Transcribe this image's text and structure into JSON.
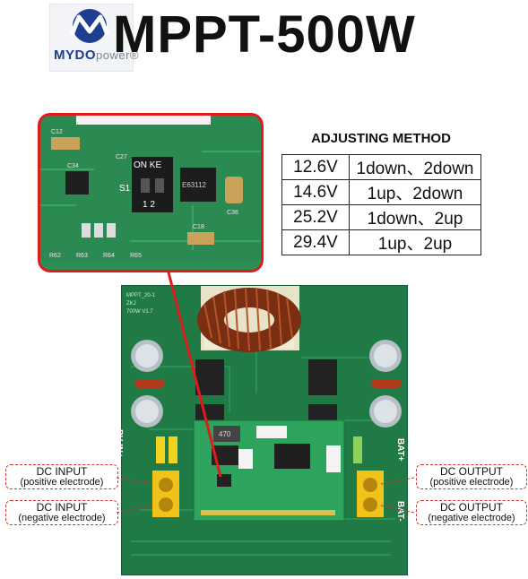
{
  "logo": {
    "brand": "MYDO",
    "suffix": "power",
    "mark": "®"
  },
  "title": "MPPT-500W",
  "adjusting": {
    "title": "ADJUSTING METHOD",
    "rows": [
      {
        "voltage": "12.6V",
        "method": "1down、2down"
      },
      {
        "voltage": "14.6V",
        "method": "1up、2down"
      },
      {
        "voltage": "25.2V",
        "method": "1down、2up"
      },
      {
        "voltage": "29.4V",
        "method": "1up、2up"
      }
    ]
  },
  "zoom_labels": {
    "switch_on": "ON KE",
    "switch_nums": "1  2",
    "switch_ref": "S1",
    "chip": "E63112",
    "r1": "R62",
    "r2": "R63",
    "r3": "R64",
    "r4": "R65",
    "c1": "C27",
    "c2": "C34",
    "c3": "C36",
    "c4": "C12",
    "c5": "C18"
  },
  "board_labels": {
    "silk1": "MPPT_20-1",
    "silk2": "700W V1.7",
    "silk3": "ZKJ",
    "inductor_text": "470",
    "pv": "PV",
    "in": "IN+",
    "bat_plus": "BAT+",
    "bat_minus": "BAT-"
  },
  "callouts": {
    "dc_in_pos": {
      "line1": "DC INPUT",
      "line2": "(positive electrode)"
    },
    "dc_in_neg": {
      "line1": "DC INPUT",
      "line2": "(negative electrode)"
    },
    "dc_out_pos": {
      "line1": "DC OUTPUT",
      "line2": "(positive electrode)"
    },
    "dc_out_neg": {
      "line1": "DC OUTPUT",
      "line2": "(negative electrode)"
    }
  },
  "colors": {
    "pcb": "#1f7a45",
    "highlight": "#e11b1b",
    "brand": "#1e3f8f"
  }
}
